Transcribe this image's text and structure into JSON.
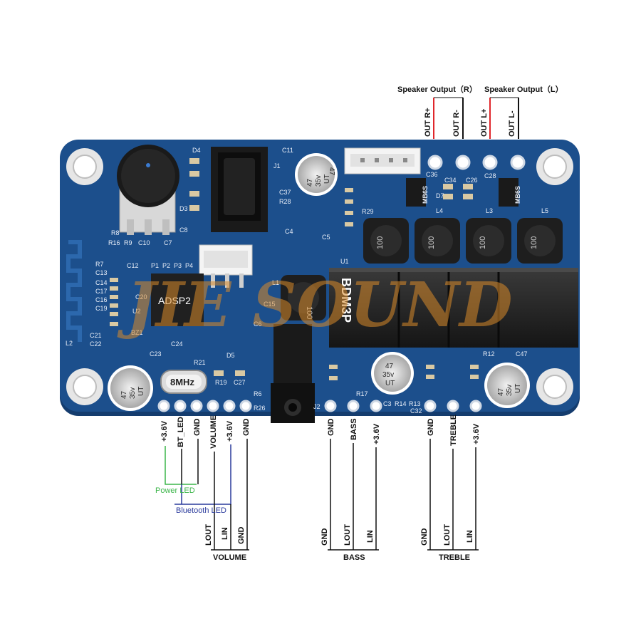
{
  "speaker_output": {
    "right_title": "Speaker Output（R）",
    "left_title": "Speaker Output（L）",
    "pins": [
      "OUT R+",
      "OUT R-",
      "OUT L+",
      "OUT L-"
    ]
  },
  "board": {
    "brand_watermark": "JIE SOUND",
    "model": "BDM3P",
    "chip": "ADSP2",
    "crystal": "8MHz",
    "capacitor": {
      "value": "47",
      "voltage": "35v",
      "series": "UT"
    },
    "inductor_mark": "100",
    "bridge_mark": "MB6S",
    "refs": [
      "D4",
      "J1",
      "C11",
      "C37",
      "R28",
      "D3",
      "R8",
      "C8",
      "R16",
      "R9",
      "C10",
      "C7",
      "R7",
      "C13",
      "C14",
      "C17",
      "C16",
      "C19",
      "C21",
      "C22",
      "C12",
      "C20",
      "P1",
      "P2",
      "P3",
      "P4",
      "BZ1",
      "C23",
      "C24",
      "R21",
      "R19",
      "C27",
      "R6",
      "R26",
      "C6",
      "L1",
      "C15",
      "D5",
      "C4",
      "C5",
      "R29",
      "U1",
      "C36",
      "C34",
      "C26",
      "C28",
      "D7",
      "L4",
      "L3",
      "L5",
      "C47",
      "R12",
      "R17",
      "C3",
      "R14",
      "R13",
      "C32",
      "J2",
      "L2",
      "U2"
    ]
  },
  "header_pins_left": [
    "+3.6V",
    "BT_LED",
    "GND",
    "VOLUME",
    "+3.6V",
    "GND"
  ],
  "header_pins_bass": [
    "GND",
    "BASS",
    "+3.6V"
  ],
  "header_pins_treble": [
    "GND",
    "TREBLE",
    "+3.6V"
  ],
  "led_labels": {
    "power": "Power LED",
    "bluetooth": "Bluetooth LED"
  },
  "pot_groups": [
    {
      "title": "VOLUME",
      "pins": [
        "LOUT",
        "LIN",
        "GND"
      ]
    },
    {
      "title": "BASS",
      "pins": [
        "GND",
        "LOUT",
        "LIN"
      ]
    },
    {
      "title": "TREBLE",
      "pins": [
        "GND",
        "LOUT",
        "LIN"
      ]
    }
  ],
  "colors": {
    "pcb": "#1c4f8c",
    "pcb_edge": "#143c6e",
    "wire_red": "#e0262b",
    "wire_black": "#111111",
    "wire_green": "#3cb54a",
    "wire_blue": "#2a3a9c",
    "watermark": "#d88a2a"
  }
}
